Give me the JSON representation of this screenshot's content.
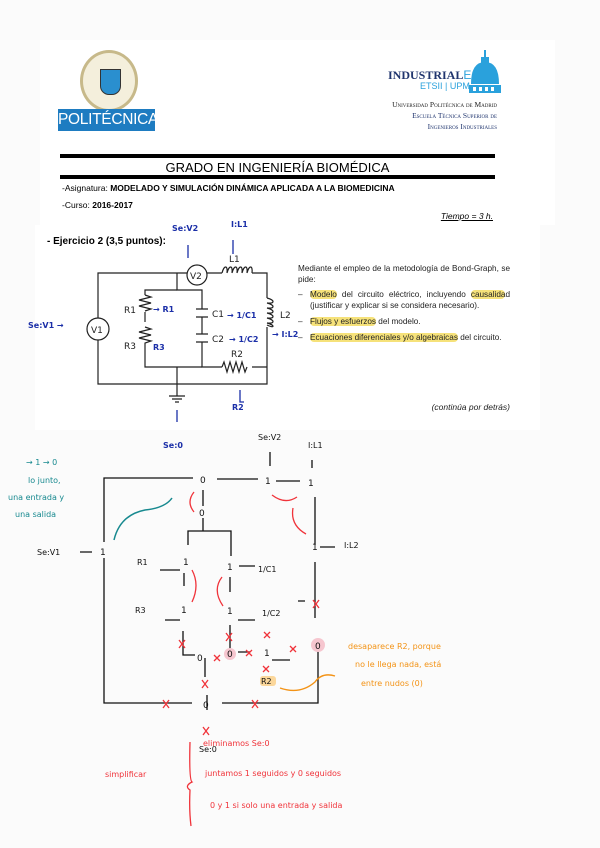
{
  "header": {
    "left_logo": "POLITÉCNICA",
    "right_logo_main": "INDUSTRIAL",
    "right_logo_suffix": "ES",
    "right_logo_sub": "ETSII | UPM",
    "university_lines": [
      "Universidad Politécnica de Madrid",
      "Escuela Técnica Superior de",
      "Ingenieros Industriales"
    ],
    "title": "GRADO EN INGENIERÍA BIOMÉDICA",
    "asignatura_label": "-Asignatura:",
    "asignatura_value": "MODELADO Y SIMULACIÓN DINÁMICA APLICADA A LA BIOMEDICINA",
    "curso_label": "-Curso:",
    "curso_value": "2016-2017",
    "tiempo": "Tiempo = 3 h."
  },
  "exercise": {
    "title": "- Ejercicio 2 (3,5 puntos):",
    "intro": "Mediante el empleo de la metodología de Bond-Graph, se pide:",
    "items": [
      {
        "highlight": "Modelo",
        "text": " del circuito eléctrico, incluyendo ",
        "highlight2": "causalida",
        "text2": "d (justificar y explicar si se considera necesario)."
      },
      {
        "highlight": "Flujos y esfuerzos",
        "text": " del modelo."
      },
      {
        "highlight": "Ecuaciones diferenciales y/o algebraicas",
        "text": " del circuito."
      }
    ],
    "continue": "(continúa por detrás)"
  },
  "circuit": {
    "labels": {
      "V1": "V1",
      "V2": "V2",
      "L1": "L1",
      "L2": "L2",
      "R1": "R1",
      "R2": "R2",
      "R3": "R3",
      "C1": "C1",
      "C2": "C2"
    },
    "annotations": {
      "se_v2": "Se:V2",
      "i_l1": "I:L1",
      "se_v1": "Se:V1 →",
      "r1": "→ R1",
      "c1": "→ 1/C1",
      "c2": "→ 1/C2",
      "i_l2": "→ I:L2",
      "r2": "R2",
      "se_0": "Se:0"
    }
  },
  "bond_graph": {
    "nodes": {
      "top0": "0",
      "top1a": "1",
      "top1b": "1",
      "mid0": "0",
      "left1": "1",
      "r1_1": "1",
      "c1_1": "1",
      "r3_1": "1",
      "c2_1": "1",
      "right1": "1",
      "b0a": "0",
      "b0b": "0",
      "b1": "1",
      "b0c": "0",
      "bottom0": "0"
    },
    "labels": {
      "se_v2": "Se:V2",
      "i_l1": "I:L1",
      "se_v1": "Se:V1",
      "r1": "R1",
      "r3": "R3",
      "c1": "1/C1",
      "c2": "1/C2",
      "i_l2": "I:L2",
      "r2": "R2",
      "se_0": "Se:0"
    }
  },
  "notes": {
    "teal": [
      "→ 1 → 0",
      "lo junto,",
      "una entrada y",
      "una salida"
    ],
    "orange": [
      "desaparece R2, porque",
      "no le llega nada, está",
      "entre nudos (0)"
    ],
    "simplify_label": "simplificar",
    "simplify_steps": [
      "eliminamos Se:0",
      "juntamos 1 seguidos y 0 seguidos",
      "0 y 1 si solo una entrada y salida"
    ]
  },
  "colors": {
    "annotation_blue": "#1b2fa8",
    "note_teal": "#17898f",
    "note_orange": "#f39316",
    "note_red": "#f0333a",
    "highlight": "#f6e27a",
    "upm_blue": "#1e7cc1"
  }
}
